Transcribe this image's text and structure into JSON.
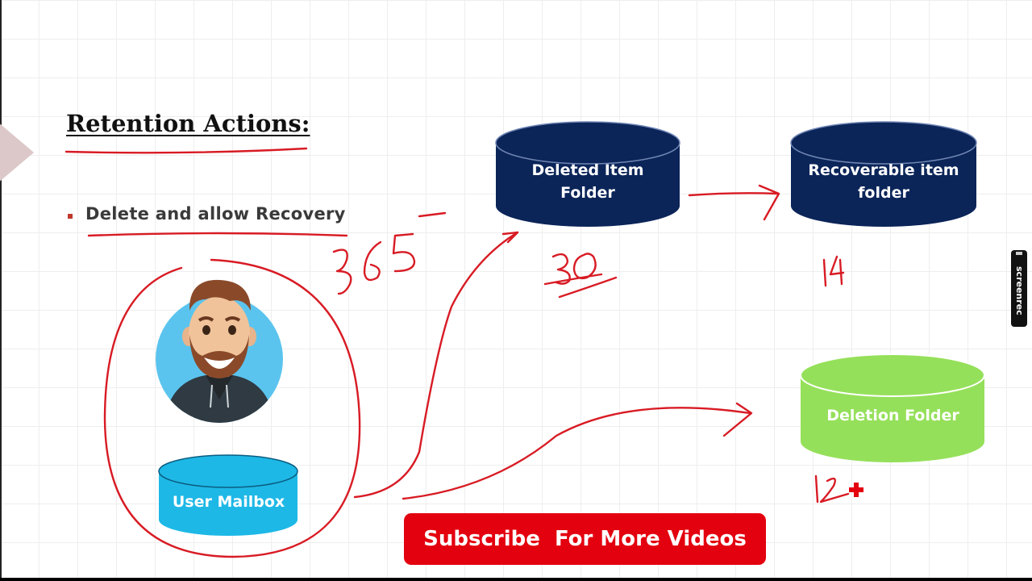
{
  "slide": {
    "title": "Retention Actions:",
    "bullet": "Delete and allow Recovery"
  },
  "nodes": {
    "user_mailbox": "User Mailbox",
    "deleted_item_folder": [
      "Deleted Item",
      "Folder"
    ],
    "recoverable_item_folder": [
      "Recoverable item",
      "folder"
    ],
    "deletion_folder": "Deletion Folder"
  },
  "subscribe_label": "Subscribe  For More Videos",
  "watermark": "screenrec",
  "colors": {
    "navy": "#0b2559",
    "green": "#95e05a",
    "cyan": "#1eb8e6",
    "ink_red": "#d81b24",
    "subscribe_red": "#e3000f"
  }
}
